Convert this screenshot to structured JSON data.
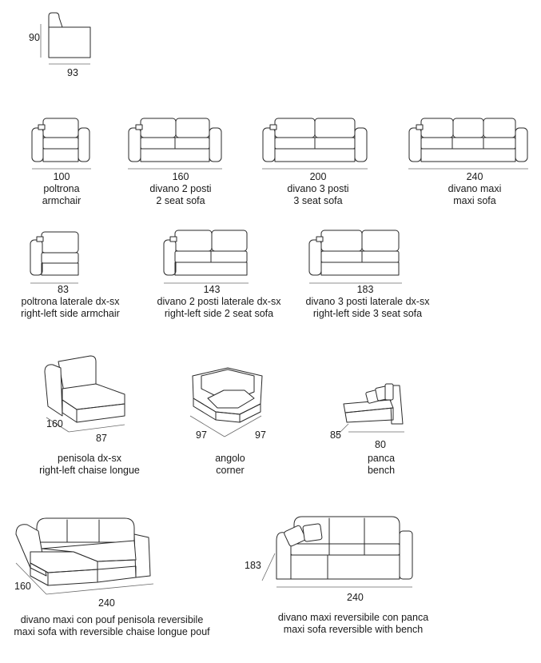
{
  "items": [
    {
      "dims": [
        "90",
        "93"
      ]
    },
    {
      "dim": "100",
      "it": "poltrona",
      "en": "armchair"
    },
    {
      "dim": "160",
      "it": "divano 2 posti",
      "en": "2 seat sofa"
    },
    {
      "dim": "200",
      "it": "divano 3 posti",
      "en": "3 seat sofa"
    },
    {
      "dim": "240",
      "it": "divano maxi",
      "en": "maxi sofa"
    },
    {
      "dim": "83",
      "it": "poltrona laterale dx-sx",
      "en": "right-left side armchair"
    },
    {
      "dim": "143",
      "it": "divano 2 posti laterale dx-sx",
      "en": "right-left side 2 seat sofa"
    },
    {
      "dim": "183",
      "it": "divano 3 posti laterale dx-sx",
      "en": "right-left side 3 seat sofa"
    },
    {
      "dims": [
        "160",
        "87"
      ],
      "it": "penisola dx-sx",
      "en": "right-left chaise longue"
    },
    {
      "dims": [
        "97",
        "97"
      ],
      "it": "angolo",
      "en": "corner"
    },
    {
      "dims": [
        "85",
        "80"
      ],
      "it": "panca",
      "en": "bench"
    },
    {
      "dims": [
        "160",
        "240"
      ],
      "it": "divano maxi con pouf penisola reversibile",
      "en": "maxi sofa with reversible chaise longue pouf"
    },
    {
      "dims": [
        "183",
        "240"
      ],
      "it": "divano maxi reversibile con panca",
      "en": "maxi sofa reversible with bench"
    }
  ]
}
